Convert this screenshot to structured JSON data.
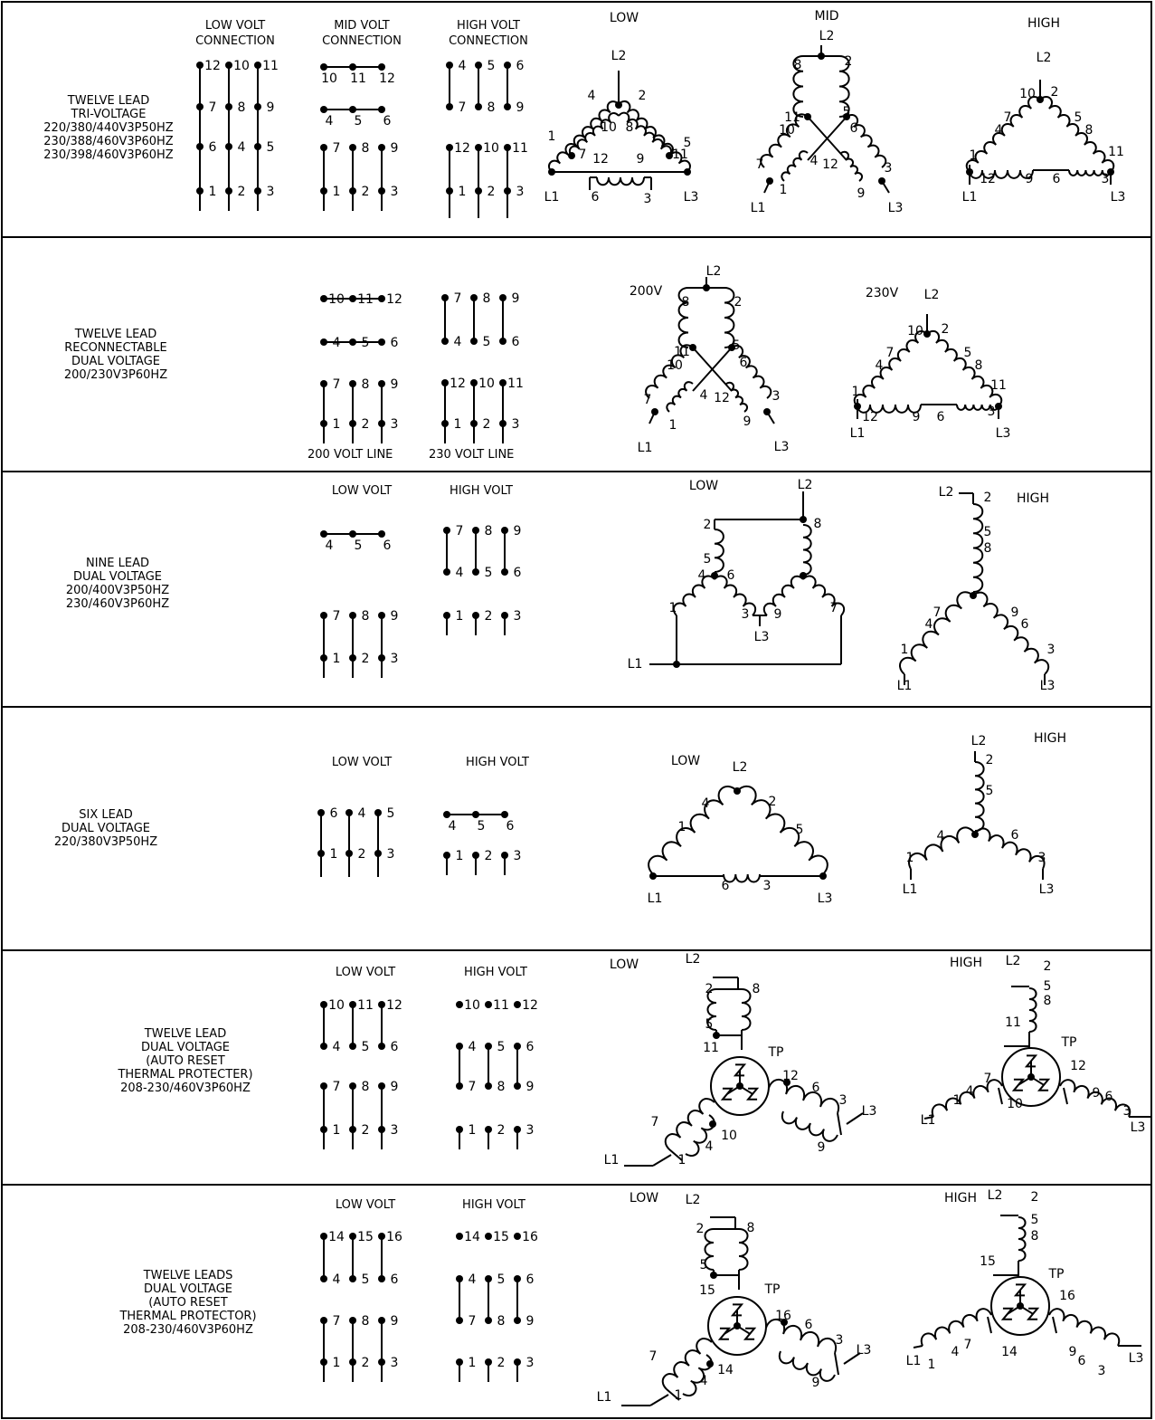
{
  "sections": [
    {
      "description": "TWELVE LEAD\nTRI-VOLTAGE\n220/380/440V3P50HZ\n230/388/460V3P60HZ\n230/398/460V3P60HZ",
      "connections": [
        {
          "title": "LOW VOLT\nCONNECTION",
          "rows": [
            [
              "12",
              "10",
              "11"
            ],
            [
              "7",
              "8",
              "9"
            ],
            [
              "6",
              "4",
              "5"
            ],
            [
              "1",
              "2",
              "3"
            ]
          ]
        },
        {
          "title": "MID VOLT\nCONNECTION",
          "rows": [
            [
              "10",
              "11",
              "12"
            ],
            [
              "4",
              "5",
              "6"
            ],
            [
              "7",
              "8",
              "9"
            ],
            [
              "1",
              "2",
              "3"
            ]
          ]
        },
        {
          "title": "HIGH VOLT\nCONNECTION",
          "rows": [
            [
              "4",
              "5",
              "6"
            ],
            [
              "7",
              "8",
              "9"
            ],
            [
              "12",
              "10",
              "11"
            ],
            [
              "1",
              "2",
              "3"
            ]
          ]
        }
      ],
      "diagrams": [
        {
          "title": "LOW",
          "type": "parallel-delta",
          "labels": [
            "L1",
            "L2",
            "L3",
            "1",
            "2",
            "3",
            "4",
            "5",
            "6",
            "7",
            "8",
            "9",
            "10",
            "11",
            "12"
          ]
        },
        {
          "title": "MID",
          "type": "double-wye",
          "labels": [
            "L1",
            "L2",
            "L3",
            "8",
            "2",
            "11",
            "5",
            "10",
            "6",
            "7",
            "4",
            "12",
            "3",
            "1",
            "9"
          ]
        },
        {
          "title": "HIGH",
          "type": "delta",
          "labels": [
            "L1",
            "L2",
            "L3",
            "10",
            "2",
            "7",
            "4",
            "5",
            "8",
            "1",
            "11",
            "12",
            "9",
            "6",
            "3"
          ]
        }
      ]
    },
    {
      "description": "TWELVE LEAD\nRECONNECTABLE\nDUAL VOLTAGE\n200/230V3P60HZ",
      "connections": [
        {
          "title": "",
          "footer": "200 VOLT LINE",
          "rows": [
            [
              "10",
              "11",
              "12"
            ],
            [
              "4",
              "5",
              "6"
            ],
            [
              "7",
              "8",
              "9"
            ],
            [
              "1",
              "2",
              "3"
            ]
          ]
        },
        {
          "title": "",
          "footer": "230 VOLT LINE",
          "rows": [
            [
              "7",
              "8",
              "9"
            ],
            [
              "4",
              "5",
              "6"
            ],
            [
              "12",
              "10",
              "11"
            ],
            [
              "1",
              "2",
              "3"
            ]
          ]
        }
      ],
      "diagrams": [
        {
          "title": "200V",
          "type": "double-wye",
          "labels": [
            "L1",
            "L2",
            "L3",
            "8",
            "2",
            "11",
            "5",
            "10",
            "6",
            "7",
            "4",
            "12",
            "3",
            "1",
            "9"
          ]
        },
        {
          "title": "230V",
          "type": "delta",
          "labels": [
            "L1",
            "L2",
            "L3",
            "10",
            "2",
            "7",
            "4",
            "5",
            "8",
            "1",
            "11",
            "12",
            "9",
            "6",
            "3"
          ]
        }
      ]
    },
    {
      "description": "NINE LEAD\nDUAL VOLTAGE\n200/400V3P50HZ\n230/460V3P60HZ",
      "connections": [
        {
          "title": "LOW VOLT",
          "rows": [
            [
              "4",
              "5",
              "6"
            ],
            [
              "7",
              "8",
              "9"
            ],
            [
              "1",
              "2",
              "3"
            ]
          ]
        },
        {
          "title": "HIGH VOLT",
          "rows": [
            [
              "7",
              "8",
              "9"
            ],
            [
              "4",
              "5",
              "6"
            ],
            [
              "1",
              "2",
              "3"
            ]
          ]
        }
      ],
      "diagrams": [
        {
          "title": "LOW",
          "type": "nine-lead-low",
          "labels": [
            "L1",
            "L2",
            "L3",
            "2",
            "8",
            "5",
            "4",
            "6",
            "1",
            "3",
            "9",
            "7"
          ]
        },
        {
          "title": "HIGH",
          "type": "wye",
          "labels": [
            "L1",
            "L2",
            "L3",
            "2",
            "5",
            "8",
            "7",
            "4",
            "1",
            "9",
            "6",
            "3"
          ]
        }
      ]
    },
    {
      "description": "SIX LEAD\nDUAL VOLTAGE\n220/380V3P50HZ",
      "connections": [
        {
          "title": "LOW VOLT",
          "rows": [
            [
              "6",
              "4",
              "5"
            ],
            [
              "1",
              "2",
              "3"
            ]
          ]
        },
        {
          "title": "HIGH VOLT",
          "rows": [
            [
              "4",
              "5",
              "6"
            ],
            [
              "1",
              "2",
              "3"
            ]
          ]
        }
      ],
      "diagrams": [
        {
          "title": "LOW",
          "type": "delta",
          "labels": [
            "L1",
            "L2",
            "L3",
            "4",
            "2",
            "1",
            "5",
            "6",
            "3"
          ]
        },
        {
          "title": "HIGH",
          "type": "wye",
          "labels": [
            "L1",
            "L2",
            "L3",
            "2",
            "5",
            "4",
            "6",
            "1",
            "3"
          ]
        }
      ]
    },
    {
      "description": "TWELVE LEAD\nDUAL VOLTAGE\n(AUTO RESET\nTHERMAL PROTECTER)\n208-230/460V3P60HZ",
      "connections": [
        {
          "title": "LOW VOLT",
          "rows": [
            [
              "10",
              "11",
              "12"
            ],
            [
              "4",
              "5",
              "6"
            ],
            [
              "7",
              "8",
              "9"
            ],
            [
              "1",
              "2",
              "3"
            ]
          ]
        },
        {
          "title": "HIGH VOLT",
          "rows": [
            [
              "10",
              "11",
              "12"
            ],
            [
              "4",
              "5",
              "6"
            ],
            [
              "7",
              "8",
              "9"
            ],
            [
              "1",
              "2",
              "3"
            ]
          ]
        }
      ],
      "diagrams": [
        {
          "title": "LOW",
          "type": "wye-tp-parallel",
          "labels": [
            "L1",
            "L2",
            "L3",
            "TP",
            "2",
            "8",
            "5",
            "11",
            "12",
            "6",
            "3",
            "9",
            "7",
            "10",
            "4",
            "1"
          ]
        },
        {
          "title": "HIGH",
          "type": "wye-tp-series",
          "labels": [
            "L1",
            "L2",
            "L3",
            "TP",
            "2",
            "5",
            "8",
            "11",
            "12",
            "9",
            "6",
            "3",
            "7",
            "4",
            "1",
            "10"
          ]
        }
      ]
    },
    {
      "description": "TWELVE LEADS\nDUAL VOLTAGE\n(AUTO RESET\nTHERMAL PROTECTOR)\n208-230/460V3P60HZ",
      "connections": [
        {
          "title": "LOW VOLT",
          "rows": [
            [
              "14",
              "15",
              "16"
            ],
            [
              "4",
              "5",
              "6"
            ],
            [
              "7",
              "8",
              "9"
            ],
            [
              "1",
              "2",
              "3"
            ]
          ]
        },
        {
          "title": "HIGH VOLT",
          "rows": [
            [
              "14",
              "15",
              "16"
            ],
            [
              "4",
              "5",
              "6"
            ],
            [
              "7",
              "8",
              "9"
            ],
            [
              "1",
              "2",
              "3"
            ]
          ]
        }
      ],
      "diagrams": [
        {
          "title": "LOW",
          "type": "wye-tp-parallel",
          "labels": [
            "L1",
            "L2",
            "L3",
            "TP",
            "2",
            "8",
            "5",
            "15",
            "16",
            "6",
            "3",
            "9",
            "7",
            "14",
            "4",
            "1"
          ]
        },
        {
          "title": "HIGH",
          "type": "wye-tp-series",
          "labels": [
            "L1",
            "L2",
            "L3",
            "TP",
            "2",
            "5",
            "8",
            "15",
            "16",
            "9",
            "6",
            "3",
            "4",
            "7",
            "1",
            "14"
          ]
        }
      ]
    }
  ]
}
